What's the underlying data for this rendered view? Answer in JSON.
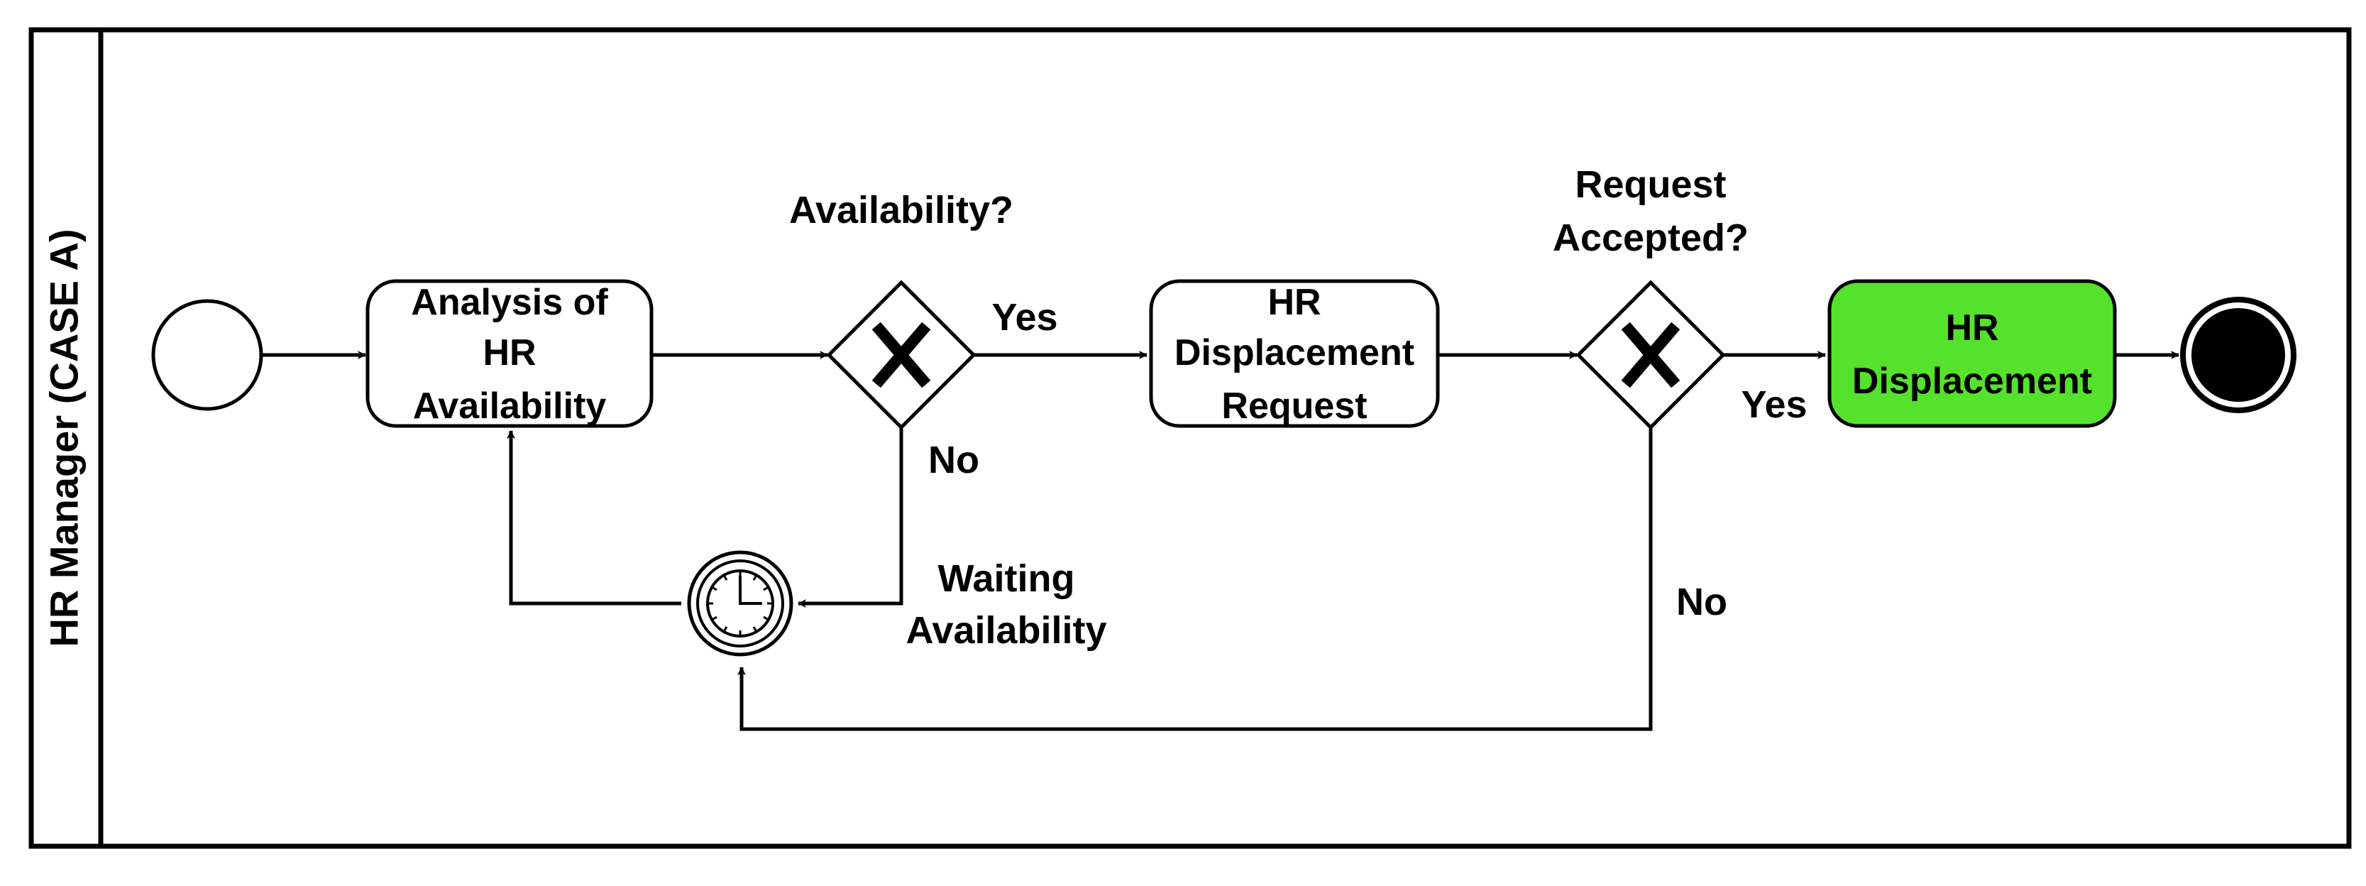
{
  "pool": {
    "label": "HR Manager (CASE A)"
  },
  "tasks": {
    "analysis": {
      "lines": [
        "Analysis of",
        "HR",
        "Availability"
      ]
    },
    "request": {
      "lines": [
        "HR",
        "Displacement",
        "Request"
      ]
    },
    "displacement": {
      "lines": [
        "HR",
        "Displacement"
      ],
      "fill": "#55E22C"
    }
  },
  "gateways": {
    "availability": {
      "question": "Availability?",
      "yes_label": "Yes",
      "no_label": "No"
    },
    "accepted": {
      "question_lines": [
        "Request",
        "Accepted?"
      ],
      "yes_label": "Yes",
      "no_label": "No"
    }
  },
  "timer": {
    "label_lines": [
      "Waiting",
      "Availability"
    ]
  },
  "events": {
    "start": "start-event",
    "end": "end-event"
  },
  "colors": {
    "line": "#000000",
    "background": "#FFFFFF",
    "highlight": "#55E22C"
  }
}
